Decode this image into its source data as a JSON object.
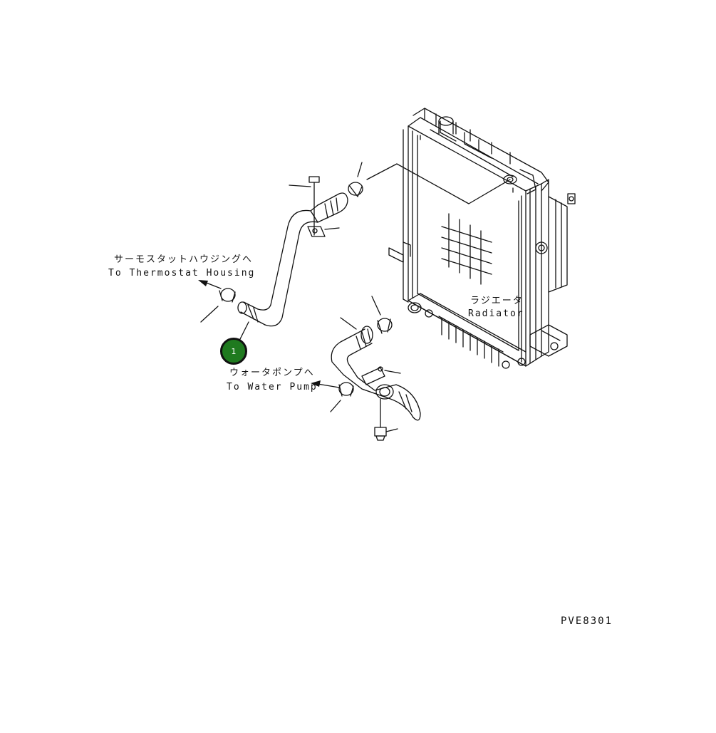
{
  "labels": {
    "thermostat_jp": "サーモスタットハウジングへ",
    "thermostat_en": "To Thermostat Housing",
    "radiator_jp": "ラジエータ",
    "radiator_en": "Radiator",
    "waterpump_jp": "ウォータポンプへ",
    "waterpump_en": "To Water Pump",
    "drawing_code": "PVE8301"
  },
  "callouts": [
    {
      "number": "1",
      "color": "#1f7a1f"
    }
  ]
}
